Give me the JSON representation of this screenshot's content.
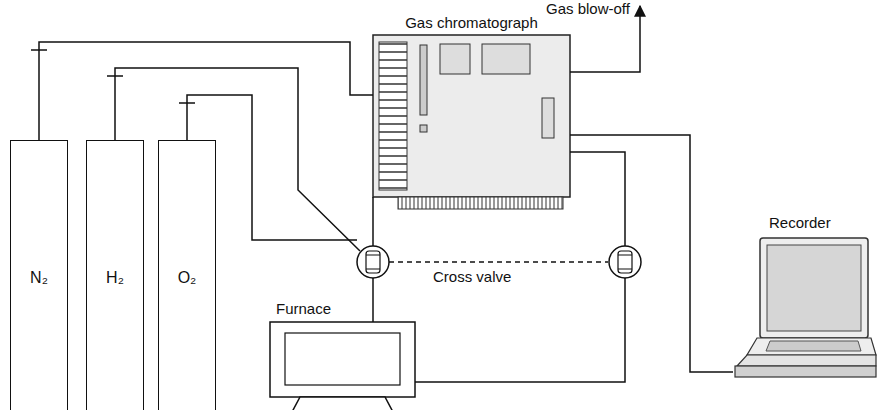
{
  "diagram": {
    "nodes": [
      {
        "text": [
          "N₂"
        ]
      },
      {
        "text": [
          "H₂"
        ]
      },
      {
        "text": [
          "O₂"
        ]
      },
      {
        "text": [
          "Gas chromatograph"
        ]
      },
      {
        "text": [
          "Furnace"
        ]
      },
      {
        "text": [
          "Recorder"
        ]
      }
    ],
    "edges": [
      {
        "from": 0,
        "to": 3,
        "arrow": "none"
      },
      {
        "from": 3,
        "to": 5,
        "arrow": "none"
      }
    ],
    "labels": [
      "Gas blow-off",
      "Cross valve"
    ]
  }
}
